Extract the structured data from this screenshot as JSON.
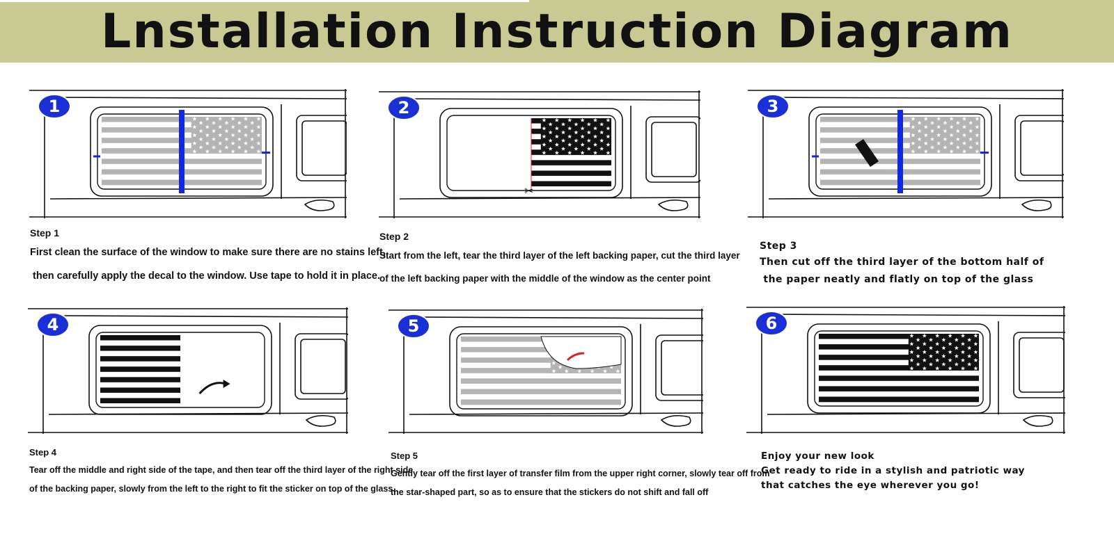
{
  "title": "Lnstallation Instruction Diagram",
  "colors": {
    "banner": "#c9c994",
    "badge": "#1a2fd6",
    "tape": "#1028e0",
    "flag_light": "#b4b4b4",
    "flag_dark": "#111111",
    "arrow_red": "#e02020"
  },
  "steps": [
    {
      "number": "1",
      "label": "Step 1",
      "lines": [
        "First clean the surface of the window to make sure there are no stains left,",
        " then carefully apply the decal to the window. Use tape to hold it in place."
      ]
    },
    {
      "number": "2",
      "label": "Step 2",
      "lines": [
        "Start from the left, tear the third layer of the left backing paper, cut the third layer",
        "of the left backing paper with the middle of the window as the center point"
      ]
    },
    {
      "number": "3",
      "label": "Step 3",
      "lines": [
        "Then cut off the third layer of the bottom half of",
        " the paper neatly and flatly on top of the glass"
      ]
    },
    {
      "number": "4",
      "label": "Step 4",
      "lines": [
        "Tear off the middle and right side of the tape, and then tear off the third layer of the right side",
        "of the backing paper, slowly from the left to the right to fit the sticker on top of the glass."
      ]
    },
    {
      "number": "5",
      "label": "Step 5",
      "lines": [
        "Gently tear off the first layer of transfer film from the upper right corner, slowly tear off from",
        "the star-shaped part, so as to ensure that the stickers do not shift and fall off"
      ]
    },
    {
      "number": "6",
      "label": "",
      "lines": [
        "Enjoy your new look",
        "Get ready to ride in a stylish and patriotic way",
        "that catches the eye wherever you go!"
      ]
    }
  ]
}
